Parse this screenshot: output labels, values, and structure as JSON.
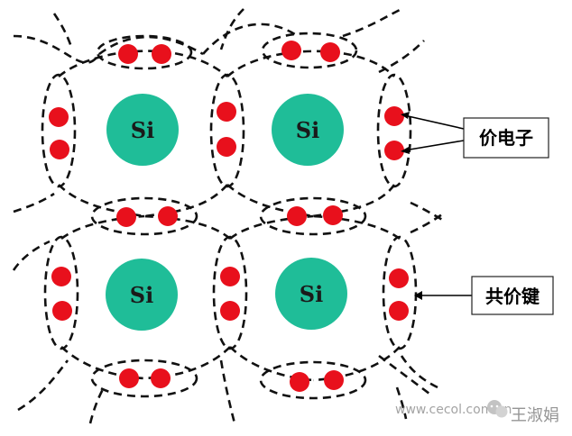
{
  "atoms": [
    "Si",
    "Si",
    "Si",
    "Si"
  ],
  "callouts": {
    "valence_electron": "价电子",
    "covalent_bond": "共价键"
  },
  "watermark": {
    "site": "www.cecol.com.cn",
    "author": "王淑娟"
  },
  "colors": {
    "atom": "#1fbd98",
    "electron": "#e8101c",
    "bond_line": "#111111"
  }
}
